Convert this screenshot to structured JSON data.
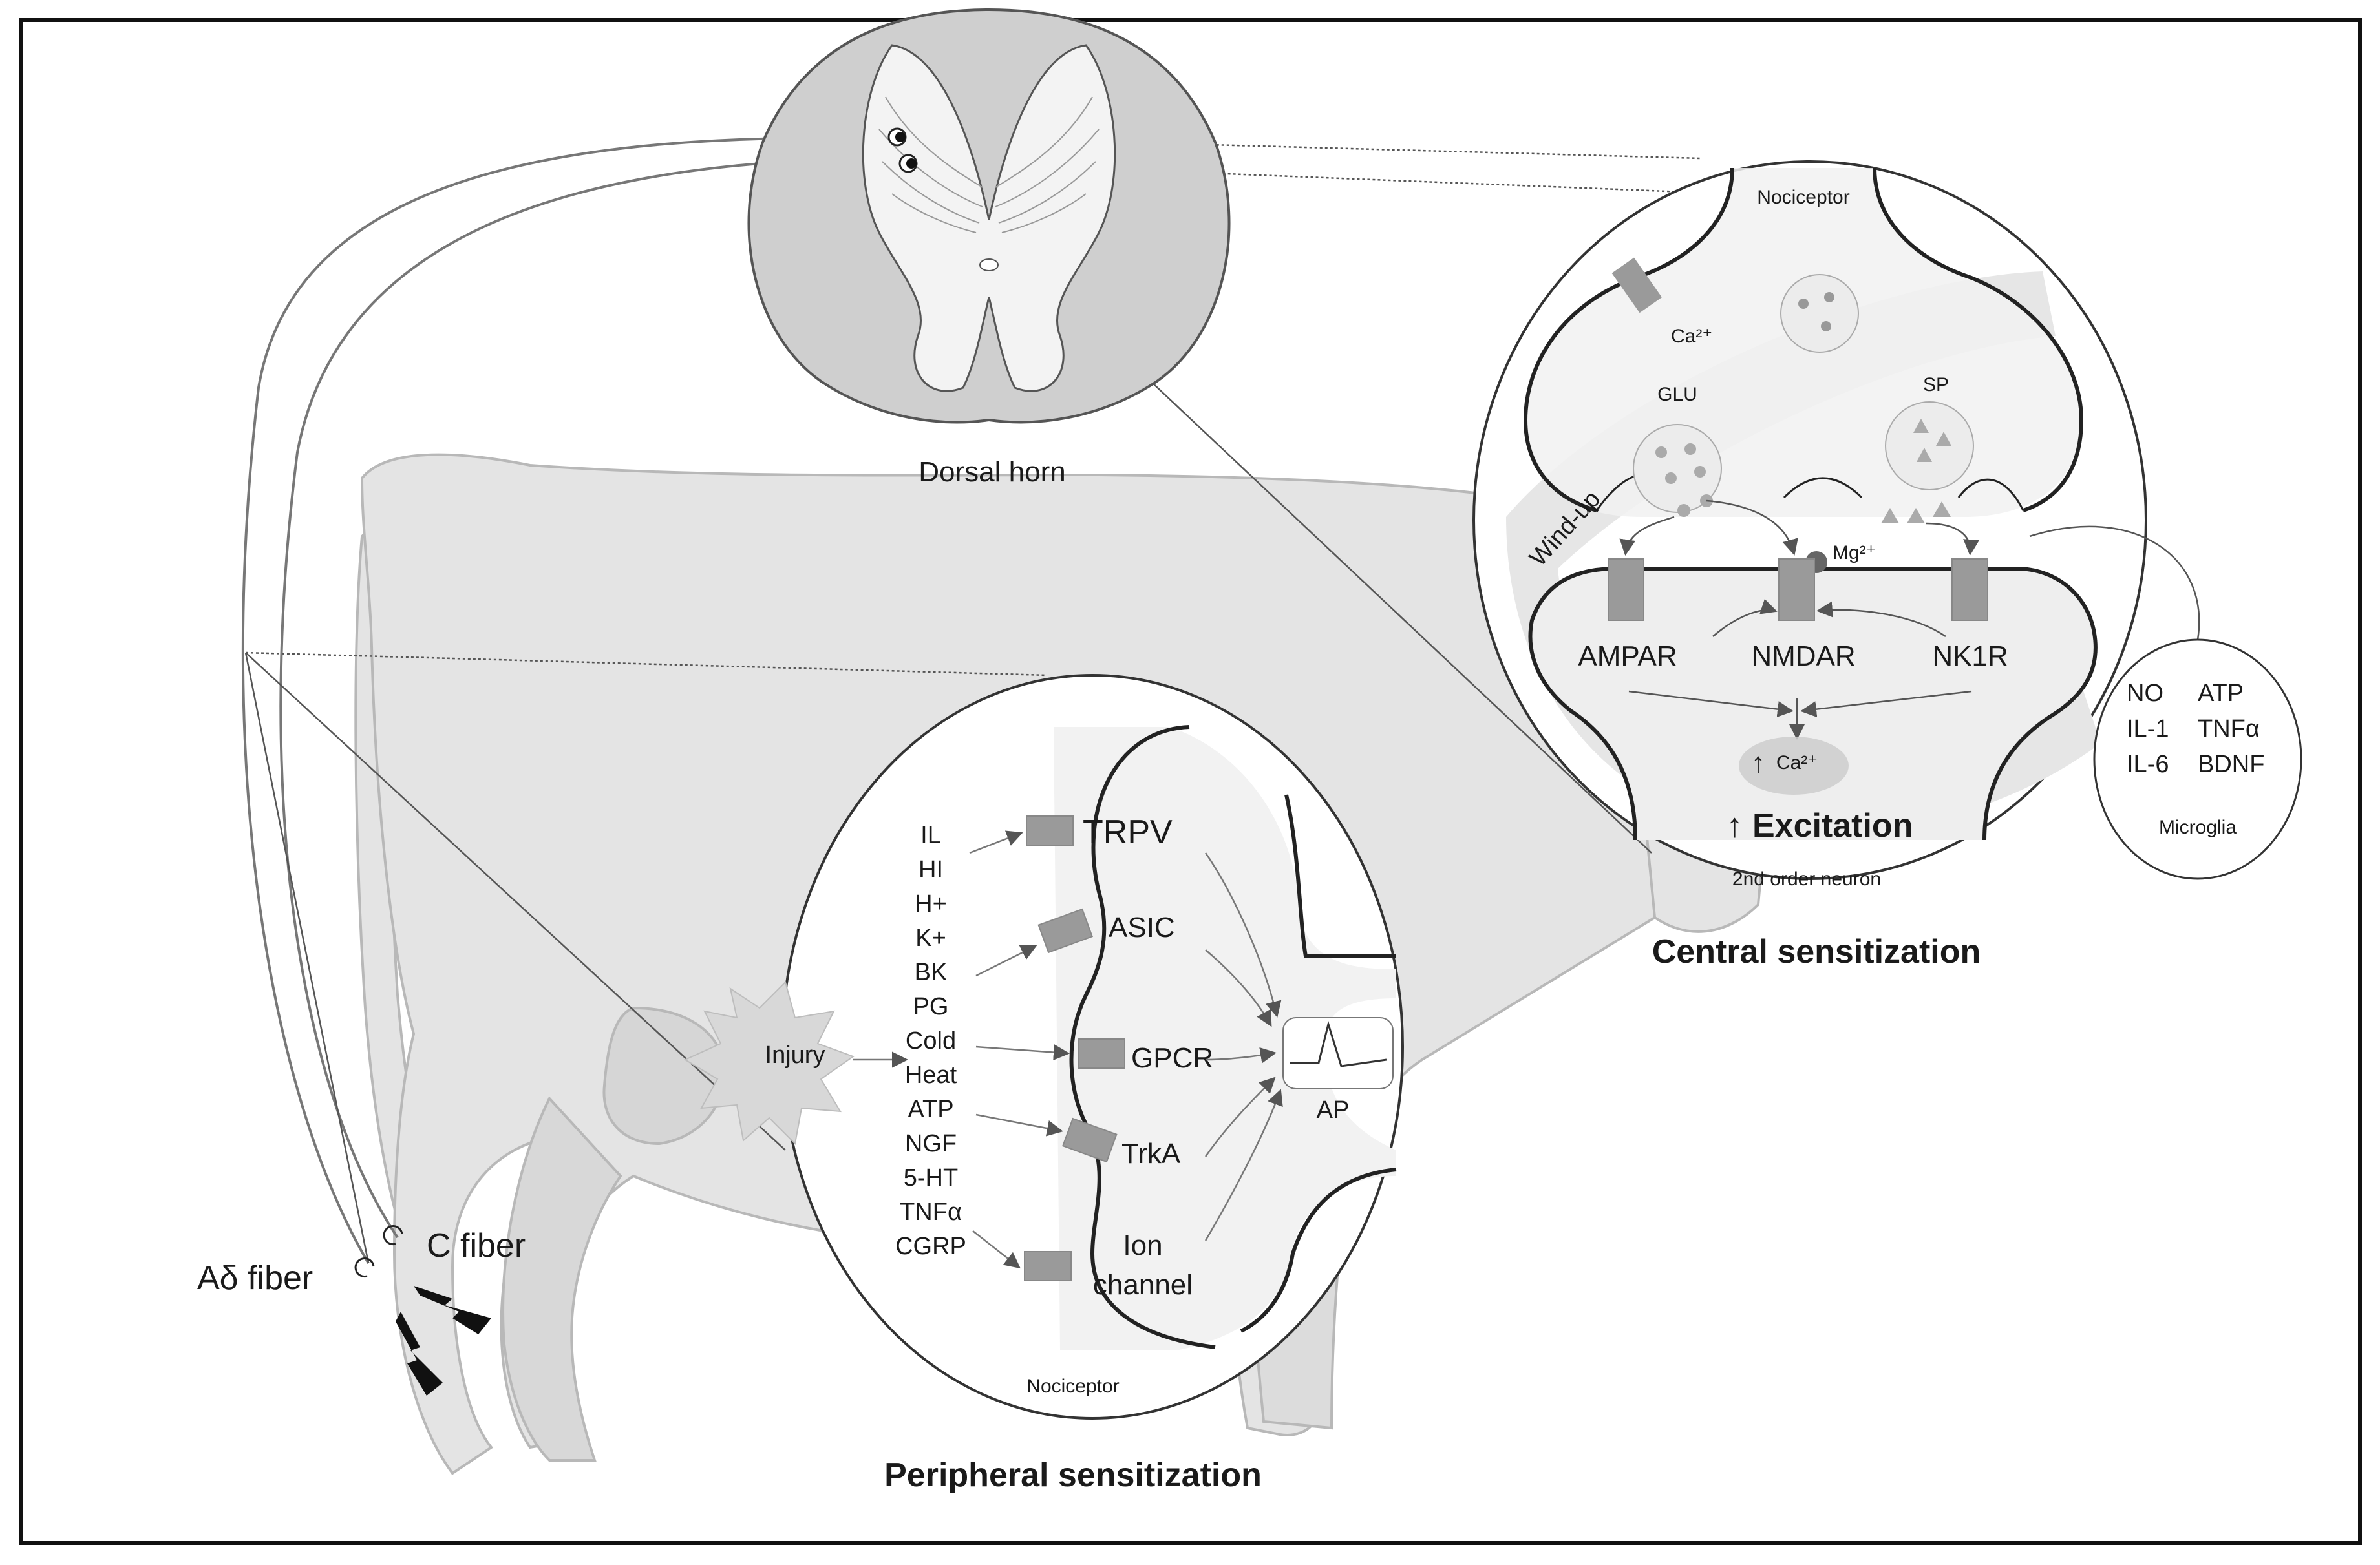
{
  "spinal": {
    "label": "Dorsal horn"
  },
  "fibers": {
    "c_fiber": "C fiber",
    "a_delta_fiber": "Aδ fiber"
  },
  "peripheral": {
    "title": "Peripheral sensitization",
    "cell_label": "Nociceptor",
    "injury": "Injury",
    "mediators": [
      "IL",
      "HI",
      "H+",
      "K+",
      "BK",
      "PG",
      "Cold",
      "Heat",
      "ATP",
      "NGF",
      "5-HT",
      "TNFα",
      "CGRP"
    ],
    "receptors": {
      "trpv": "TRPV",
      "asic": "ASIC",
      "gpcr": "GPCR",
      "trka": "TrkA",
      "ion_line1": "Ion",
      "ion_line2": "channel"
    },
    "ap": "AP"
  },
  "central": {
    "title": "Central sensitization",
    "nociceptor": "Nociceptor",
    "ca_presyn": "Ca²⁺",
    "glu": "GLU",
    "sp": "SP",
    "windup": "Wind-up",
    "mg": "Mg²⁺",
    "ampar": "AMPAR",
    "nmdar": "NMDAR",
    "nk1r": "NK1R",
    "ca_post_arrow": "↑",
    "ca_post": "Ca²⁺",
    "excitation": "↑ Excitation",
    "second_order": "2nd order neuron"
  },
  "microglia": {
    "label": "Microglia",
    "rows": [
      [
        "NO",
        "ATP"
      ],
      [
        "IL-1",
        "TNFα"
      ],
      [
        "IL-6",
        "BDNF"
      ]
    ]
  }
}
